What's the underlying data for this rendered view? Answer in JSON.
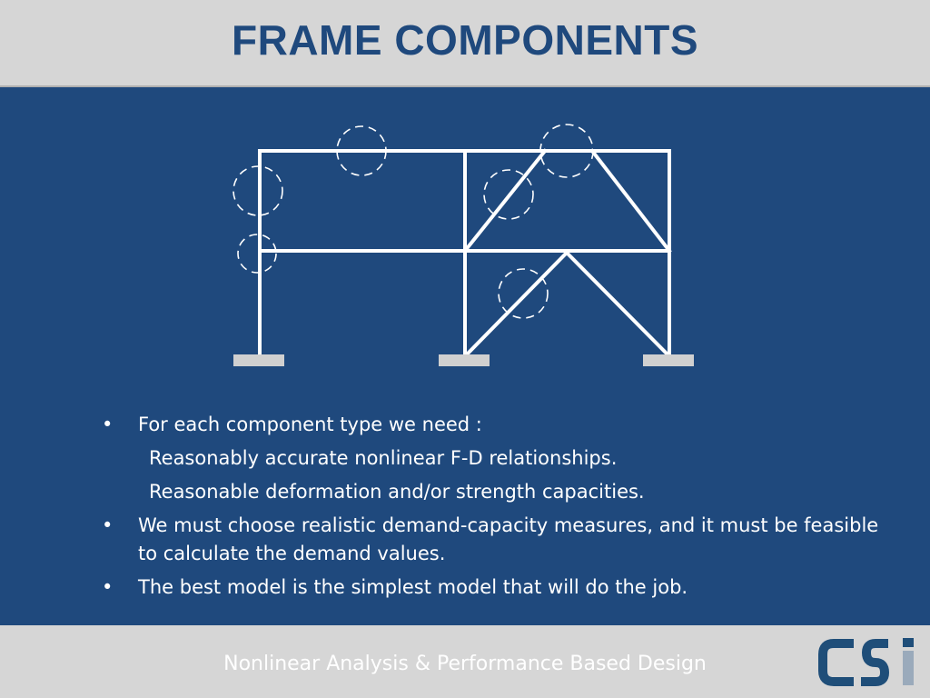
{
  "header": {
    "title": "FRAME COMPONENTS"
  },
  "bullets": [
    {
      "kind": "bullet",
      "marker": "•",
      "text": "For each component type we need :"
    },
    {
      "kind": "sub",
      "text": "Reasonably accurate nonlinear F-D relationships."
    },
    {
      "kind": "sub",
      "text": "Reasonable deformation and/or strength capacities."
    },
    {
      "kind": "bullet",
      "marker": "•",
      "text": "We must choose realistic demand-capacity measures, and it must be feasible to calculate the demand values."
    },
    {
      "kind": "bullet",
      "marker": "•",
      "text": "The best model is the simplest model that will do the job."
    }
  ],
  "footer": {
    "caption": "Nonlinear Analysis & Performance Based Design",
    "logo_text": "CSi"
  },
  "colors": {
    "background": "#1f497d",
    "header_bg": "#d6d6d6",
    "title": "#1f497d",
    "frame_lines": "#ffffff",
    "supports": "#d0d0d0",
    "logo": "#1f4e79"
  }
}
